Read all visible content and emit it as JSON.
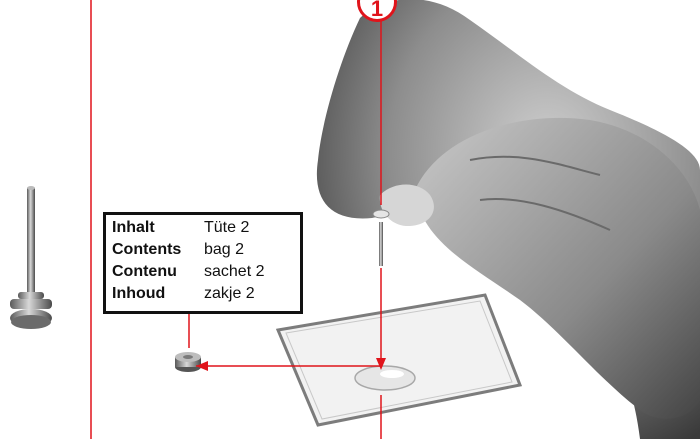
{
  "step": {
    "number": "1"
  },
  "contents": {
    "rows": [
      {
        "label": "Inhalt",
        "value": "Tüte 2"
      },
      {
        "label": "Contents",
        "value": "bag 2"
      },
      {
        "label": "Contenu",
        "value": "sachet 2"
      },
      {
        "label": "Inhoud",
        "value": "zakje 2"
      }
    ]
  },
  "colors": {
    "accent": "#e0141b",
    "box_border": "#111111"
  },
  "icons": [
    "pin-part-illustration",
    "fingers-photo",
    "glass-slide-photo",
    "bolt-part-photo"
  ]
}
